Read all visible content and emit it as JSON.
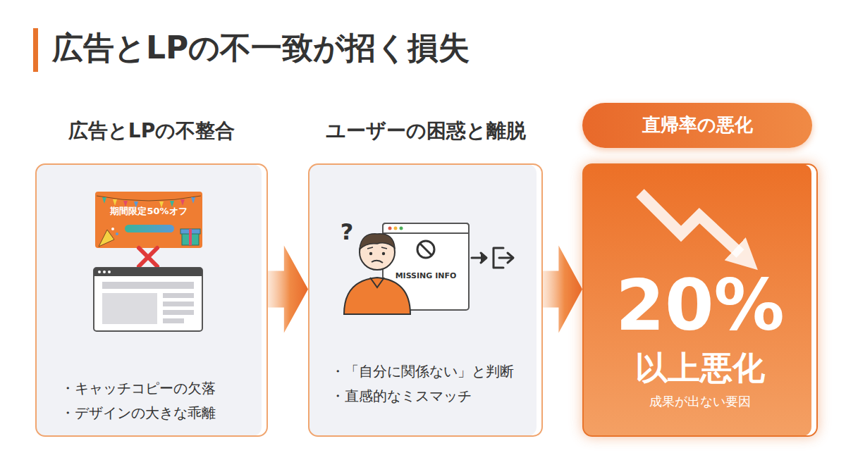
{
  "diagram": {
    "title": "広告とLPの不一致が招く損失",
    "nodes": [
      {
        "text": [
          "広告とLPの不整合",
          "・キャッチコピーの欠落",
          "・デザインの大きな乖離"
        ]
      },
      {
        "text": [
          "ユーザーの困惑と離脱",
          "・「自分に関係ない」と判断",
          "・直感的なミスマッチ"
        ]
      },
      {
        "text": [
          "直帰率の悪化"
        ]
      },
      {
        "text": [
          "20%",
          "以上悪化",
          "成果が出ない要因"
        ]
      }
    ],
    "edges": [
      {
        "from": 0,
        "to": 1,
        "arrow": "to"
      },
      {
        "from": 1,
        "to": 3,
        "arrow": "to"
      }
    ],
    "labels": [
      "期間限定50%オフ",
      "?",
      "MISSING INFO"
    ]
  }
}
